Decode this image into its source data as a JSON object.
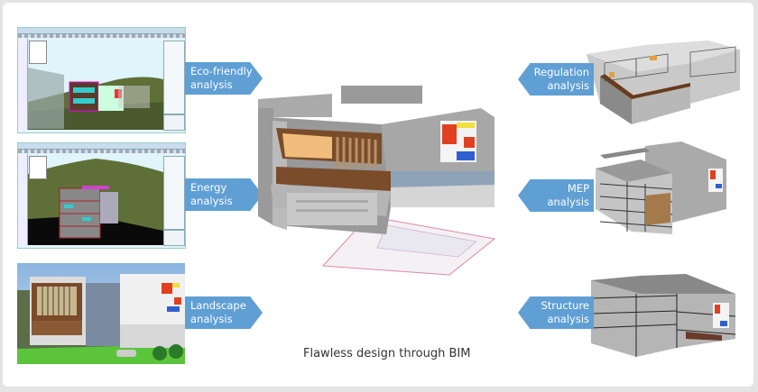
{
  "diagram": {
    "caption": "Flawless design through BIM",
    "accent_color": "#5f9fd4",
    "left_items": [
      {
        "label_line1": "Eco-friendly",
        "label_line2": "analysis",
        "image": "eco-friendly-analysis-software-screenshot"
      },
      {
        "label_line1": "Energy",
        "label_line2": "analysis",
        "image": "energy-analysis-software-screenshot"
      },
      {
        "label_line1": "Landscape",
        "label_line2": "analysis",
        "image": "landscape-rendering"
      }
    ],
    "right_items": [
      {
        "label_line1": "Regulation",
        "label_line2": "analysis",
        "image": "regulation-floorplan-3d-model"
      },
      {
        "label_line1": "MEP",
        "label_line2": "analysis",
        "image": "mep-section-3d-model"
      },
      {
        "label_line1": "Structure",
        "label_line2": "analysis",
        "image": "structure-section-3d-model"
      }
    ],
    "center_image": "bim-building-model"
  }
}
